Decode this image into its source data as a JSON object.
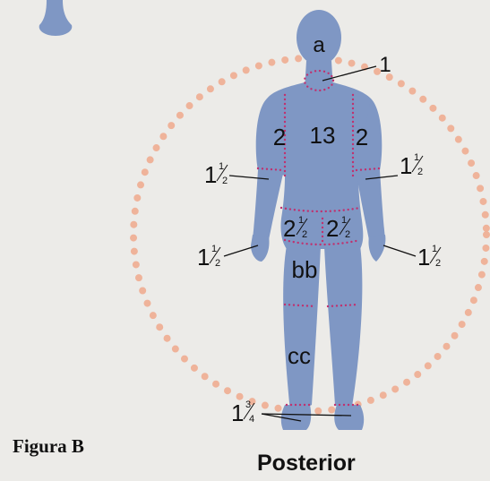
{
  "figure_caption": "Figura B",
  "view_label": "Posterior",
  "colors": {
    "background": "#ecebe8",
    "body": "#7f97c4",
    "segment_dots": "#c0306e",
    "ring_dots": "#efb39a",
    "text": "#111111"
  },
  "regions": [
    {
      "id": "head",
      "label": "a"
    },
    {
      "id": "neck",
      "label": "1"
    },
    {
      "id": "back",
      "label": "13"
    },
    {
      "id": "left-upper-arm",
      "label": "2"
    },
    {
      "id": "right-upper-arm",
      "label": "2"
    },
    {
      "id": "left-forearm",
      "label": "1½",
      "whole": "1",
      "num": "1",
      "den": "2"
    },
    {
      "id": "right-forearm",
      "label": "1½",
      "whole": "1",
      "num": "1",
      "den": "2"
    },
    {
      "id": "left-buttock",
      "label": "2½",
      "whole": "2",
      "num": "1",
      "den": "2"
    },
    {
      "id": "right-buttock",
      "label": "2½",
      "whole": "2",
      "num": "1",
      "den": "2"
    },
    {
      "id": "left-hand",
      "label": "1½",
      "whole": "1",
      "num": "1",
      "den": "2"
    },
    {
      "id": "right-hand",
      "label": "1½",
      "whole": "1",
      "num": "1",
      "den": "2"
    },
    {
      "id": "thigh",
      "label": "bb"
    },
    {
      "id": "leg",
      "label": "cc"
    },
    {
      "id": "foot",
      "label": "1¾",
      "whole": "1",
      "num": "3",
      "den": "4"
    }
  ]
}
